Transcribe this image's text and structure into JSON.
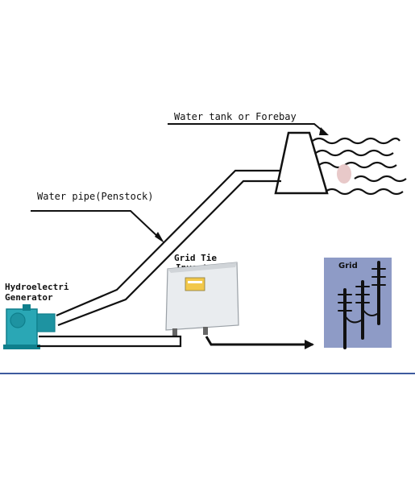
{
  "labels": {
    "water_tank": "Water tank or Forebay",
    "penstock": "Water pipe(Penstock)",
    "inverter_line1": "Grid Tie",
    "inverter_line2": "Inverter",
    "generator_line1": "Hydroelectri",
    "generator_line2": "Generator",
    "grid": "Grid"
  },
  "colors": {
    "grid_panel": "#8e9bc6",
    "generator": "#2aa7b5",
    "generator_dark": "#0f7f8c",
    "inverter_body": "#e9ecef",
    "inverter_panel": "#f2c84b",
    "baseline": "#3d5a9e",
    "lines": "#111111",
    "reservoir_blob": "#e8c9c9"
  },
  "icons": [
    "arrow-icon",
    "hydro-generator-icon",
    "inverter-icon",
    "power-pole-icon",
    "water-tank-icon",
    "water-wave-icon"
  ]
}
